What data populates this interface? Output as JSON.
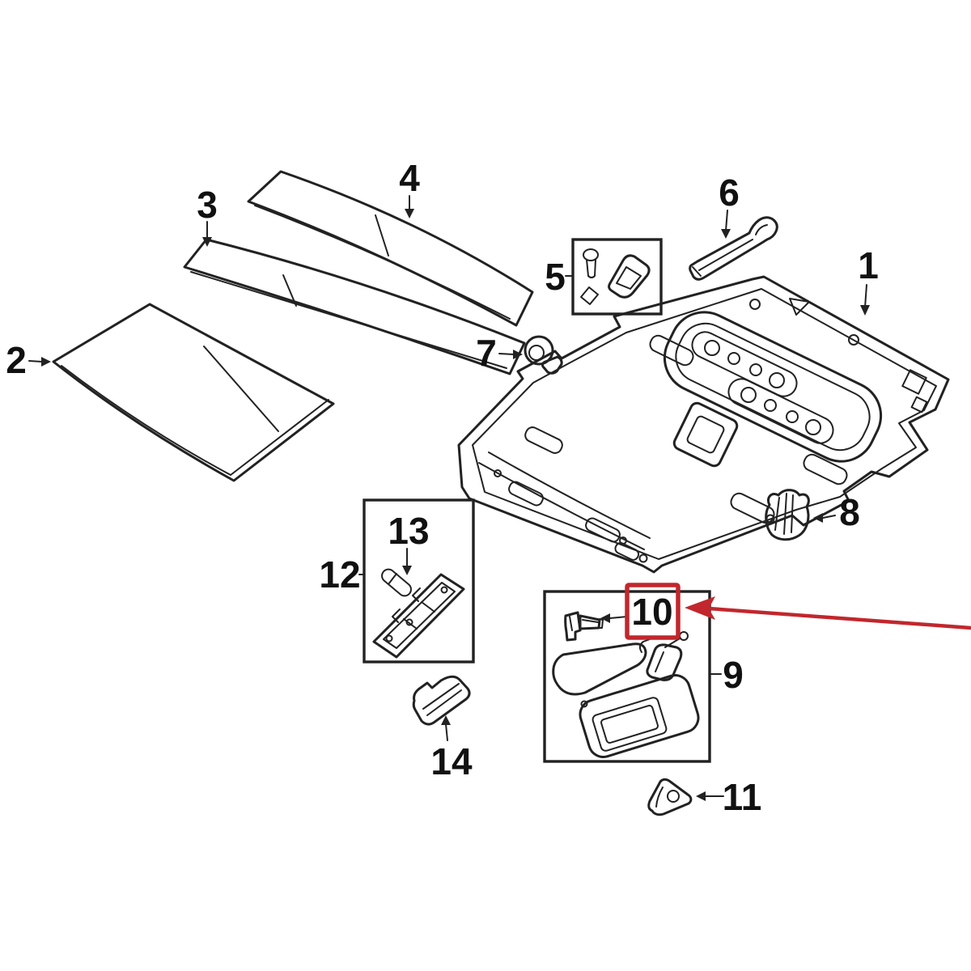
{
  "figure": {
    "background_color": "#ffffff",
    "line_color": "#222222",
    "highlight_color": "#c1272d"
  },
  "callouts": [
    {
      "label": "1"
    },
    {
      "label": "2"
    },
    {
      "label": "3"
    },
    {
      "label": "4"
    },
    {
      "label": "5"
    },
    {
      "label": "6"
    },
    {
      "label": "7"
    },
    {
      "label": "8"
    },
    {
      "label": "9"
    },
    {
      "label": "10"
    },
    {
      "label": "11"
    },
    {
      "label": "12"
    },
    {
      "label": "13"
    },
    {
      "label": "14"
    }
  ],
  "highlight": {
    "boxed_label": "10"
  }
}
